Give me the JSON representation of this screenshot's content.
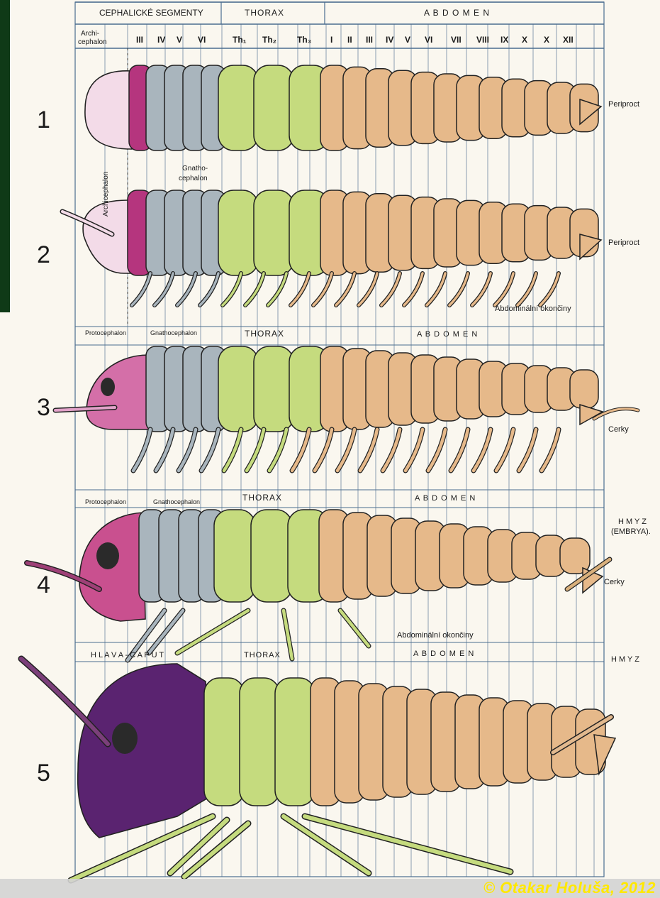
{
  "row1_header": {
    "cephalic": "CEPHALICKÉ SEGMENTY",
    "thorax": "THORAX",
    "abdomen": "A B D O M E N"
  },
  "segment_labels": [
    "Archi-",
    "cephalon",
    "III",
    "IV",
    "V",
    "VI",
    "Th₁",
    "Th₂",
    "Th₃",
    "I",
    "II",
    "III",
    "IV",
    "V",
    "VI",
    "VII",
    "VIII",
    "IX",
    "X",
    "X",
    "XII"
  ],
  "specimens": [
    {
      "number": "1",
      "right_label": "Periproct"
    },
    {
      "number": "2",
      "right_label": "Periproct",
      "extra": "Abdominální okončiny"
    },
    {
      "number": "3",
      "right_label": "Cerky",
      "header_left": "Protocephalon",
      "header_mid": "Gnathocephalon",
      "thorax": "THORAX",
      "abdomen": "A B D O M E N"
    },
    {
      "number": "4",
      "right_label": "Cerky",
      "right_top": "H M Y Z",
      "right_top2": "(EMBRYA).",
      "header_left": "Protocephalon",
      "header_mid": "Gnathocephalon",
      "thorax": "THORAX",
      "abdomen": "A B D O M E N",
      "extra": "Abdominální okončiny"
    },
    {
      "number": "5",
      "right_top": "H M Y Z",
      "header_left": "H L A V A  -  C A P U T",
      "thorax": "THORAX",
      "abdomen": "A B D O M E N"
    }
  ],
  "side_labels": {
    "archicephalon": "Archicephalon",
    "gnatho1": "Gnatho-",
    "gnatho2": "cephalon"
  },
  "copyright": "© Otakar Holuša, 2012",
  "colors": {
    "background": "#0f3a17",
    "paper": "#faf7ef",
    "grid": "#4a6d8f",
    "archi": "#f3dbe8",
    "magenta": "#b5357e",
    "gnatho": "#a9b5bd",
    "thorax": "#c5db7e",
    "abdomen": "#e6b98a",
    "purple": "#5a2370",
    "copyright": "#ffe800"
  }
}
